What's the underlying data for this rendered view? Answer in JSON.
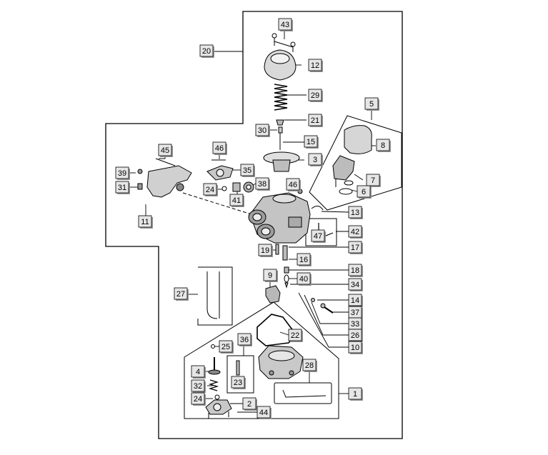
{
  "diagram": {
    "callouts": [
      {
        "id": "43",
        "label": "43"
      },
      {
        "id": "20",
        "label": "20"
      },
      {
        "id": "12",
        "label": "12"
      },
      {
        "id": "29",
        "label": "29"
      },
      {
        "id": "5",
        "label": "5"
      },
      {
        "id": "21",
        "label": "21"
      },
      {
        "id": "30",
        "label": "30"
      },
      {
        "id": "8",
        "label": "8"
      },
      {
        "id": "15",
        "label": "15"
      },
      {
        "id": "45",
        "label": "45"
      },
      {
        "id": "46a",
        "label": "46"
      },
      {
        "id": "3",
        "label": "3"
      },
      {
        "id": "39",
        "label": "39"
      },
      {
        "id": "35",
        "label": "35"
      },
      {
        "id": "7",
        "label": "7"
      },
      {
        "id": "31",
        "label": "31"
      },
      {
        "id": "24a",
        "label": "24"
      },
      {
        "id": "38",
        "label": "38"
      },
      {
        "id": "46b",
        "label": "46"
      },
      {
        "id": "6",
        "label": "6"
      },
      {
        "id": "41",
        "label": "41"
      },
      {
        "id": "13",
        "label": "13"
      },
      {
        "id": "11",
        "label": "11"
      },
      {
        "id": "42",
        "label": "42"
      },
      {
        "id": "47",
        "label": "47"
      },
      {
        "id": "19",
        "label": "19"
      },
      {
        "id": "17",
        "label": "17"
      },
      {
        "id": "16",
        "label": "16"
      },
      {
        "id": "18",
        "label": "18"
      },
      {
        "id": "9",
        "label": "9"
      },
      {
        "id": "40",
        "label": "40"
      },
      {
        "id": "34",
        "label": "34"
      },
      {
        "id": "27",
        "label": "27"
      },
      {
        "id": "14",
        "label": "14"
      },
      {
        "id": "37",
        "label": "37"
      },
      {
        "id": "33",
        "label": "33"
      },
      {
        "id": "26",
        "label": "26"
      },
      {
        "id": "22",
        "label": "22"
      },
      {
        "id": "36",
        "label": "36"
      },
      {
        "id": "10",
        "label": "10"
      },
      {
        "id": "25",
        "label": "25"
      },
      {
        "id": "28",
        "label": "28"
      },
      {
        "id": "4",
        "label": "4"
      },
      {
        "id": "23",
        "label": "23"
      },
      {
        "id": "32",
        "label": "32"
      },
      {
        "id": "1",
        "label": "1"
      },
      {
        "id": "24b",
        "label": "24"
      },
      {
        "id": "2",
        "label": "2"
      },
      {
        "id": "44",
        "label": "44"
      }
    ]
  }
}
